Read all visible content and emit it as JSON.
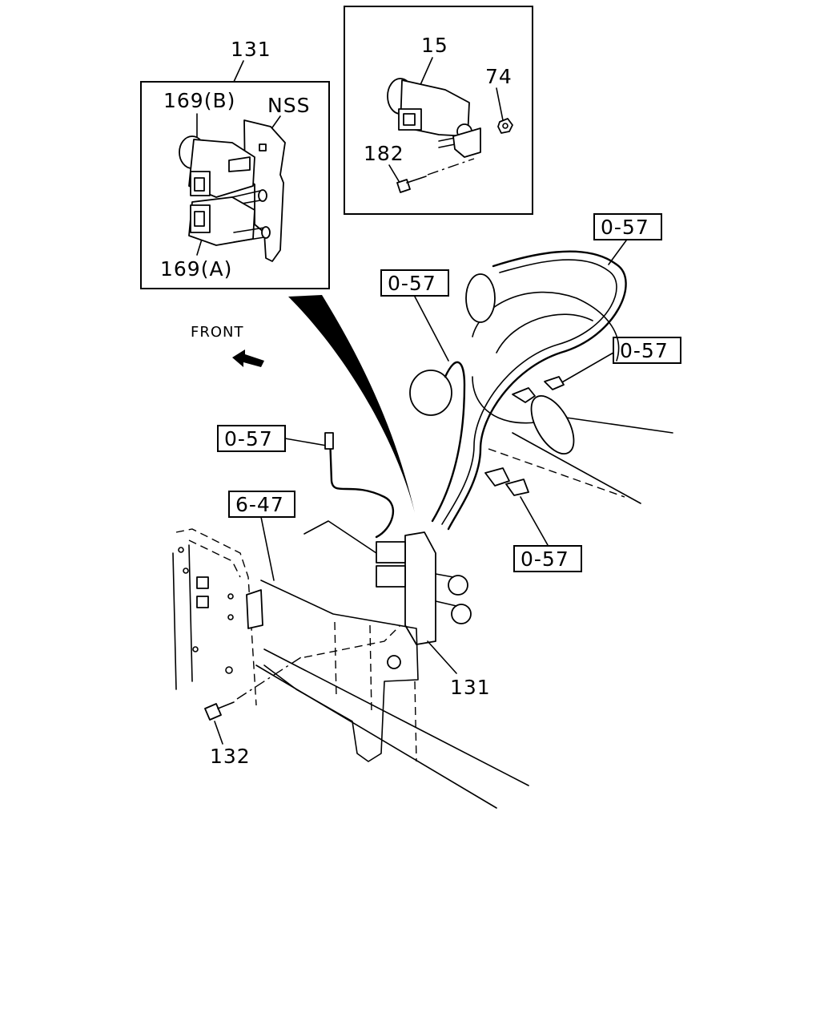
{
  "labels": {
    "assembly_131_top": "131",
    "part_169b": "169(B)",
    "part_nss": "NSS",
    "part_169a": "169(A)",
    "part_15": "15",
    "part_74": "74",
    "part_182": "182",
    "front": "FRONT",
    "ref_057_a": "0-57",
    "ref_057_b": "0-57",
    "ref_057_c": "0-57",
    "ref_057_d": "0-57",
    "ref_057_e": "0-57",
    "ref_647": "6-47",
    "assembly_131_bottom": "131",
    "part_132": "132"
  },
  "icons": {
    "front_arrow": "front-arrow-icon"
  }
}
